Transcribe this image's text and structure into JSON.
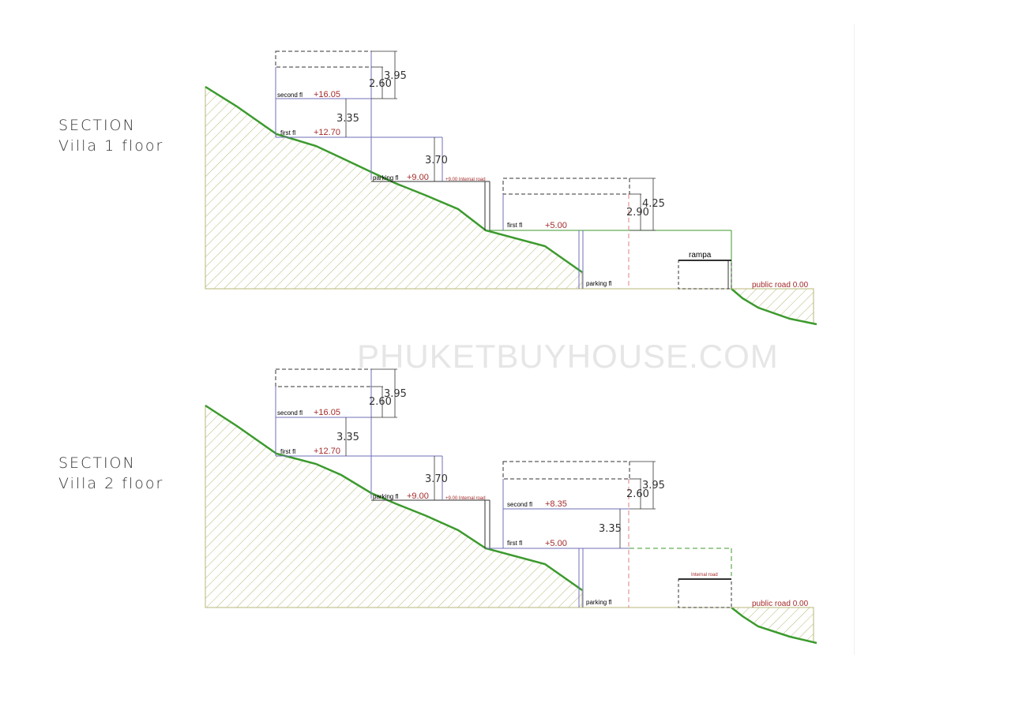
{
  "section1": {
    "title_line1": "SECTION",
    "title_line2": "Villa 1 floor",
    "labels": {
      "second_fl": "second  fl",
      "second_fl_elev": "+16.05",
      "first_fl": "first  fl",
      "first_fl_elev": "+12.70",
      "parking_fl": "parking fl",
      "parking_fl_elev": "+9.00",
      "internal_road": "+9.00 Internal road",
      "lower_first_fl": "first  fl",
      "lower_first_fl_elev": "+5.00",
      "lower_parking_fl": "parking fl",
      "rampa": "rampa",
      "public_road": "public road 0.00"
    },
    "dimensions": {
      "d_395": "3.95",
      "d_260": "2.60",
      "d_335": "3.35",
      "d_370": "3.70",
      "d_425": "4.25",
      "d_290": "2.90"
    }
  },
  "section2": {
    "title_line1": "SECTION",
    "title_line2": "Villa 2 floor",
    "labels": {
      "second_fl": "second  fl",
      "second_fl_elev": "+16.05",
      "first_fl": "first  fl",
      "first_fl_elev": "+12.70",
      "parking_fl": "parking fl",
      "parking_fl_elev": "+9.00",
      "internal_road": "+9.00 Internal road",
      "lower_second_fl": "second  fl",
      "lower_second_fl_elev": "+8.35",
      "lower_first_fl": "first  fl",
      "lower_first_fl_elev": "+5.00",
      "lower_parking_fl": "parking fl",
      "internal_road_small": "Internal road",
      "public_road": "public road 0.00"
    },
    "dimensions": {
      "d_395": "3.95",
      "d_260": "2.60",
      "d_335": "3.35",
      "d_370": "3.70",
      "d_395b": "3.95",
      "d_260b": "2.60",
      "d_335b": "3.35"
    }
  },
  "watermark": "PHUKETBUYHOUSE.COM",
  "colors": {
    "terrain_line": "#3c9a2e",
    "hatch": "#b7b77a",
    "wall": "#6f6fb8",
    "elevation_text": "#a52a2a",
    "dashed_red": "#e08080"
  }
}
